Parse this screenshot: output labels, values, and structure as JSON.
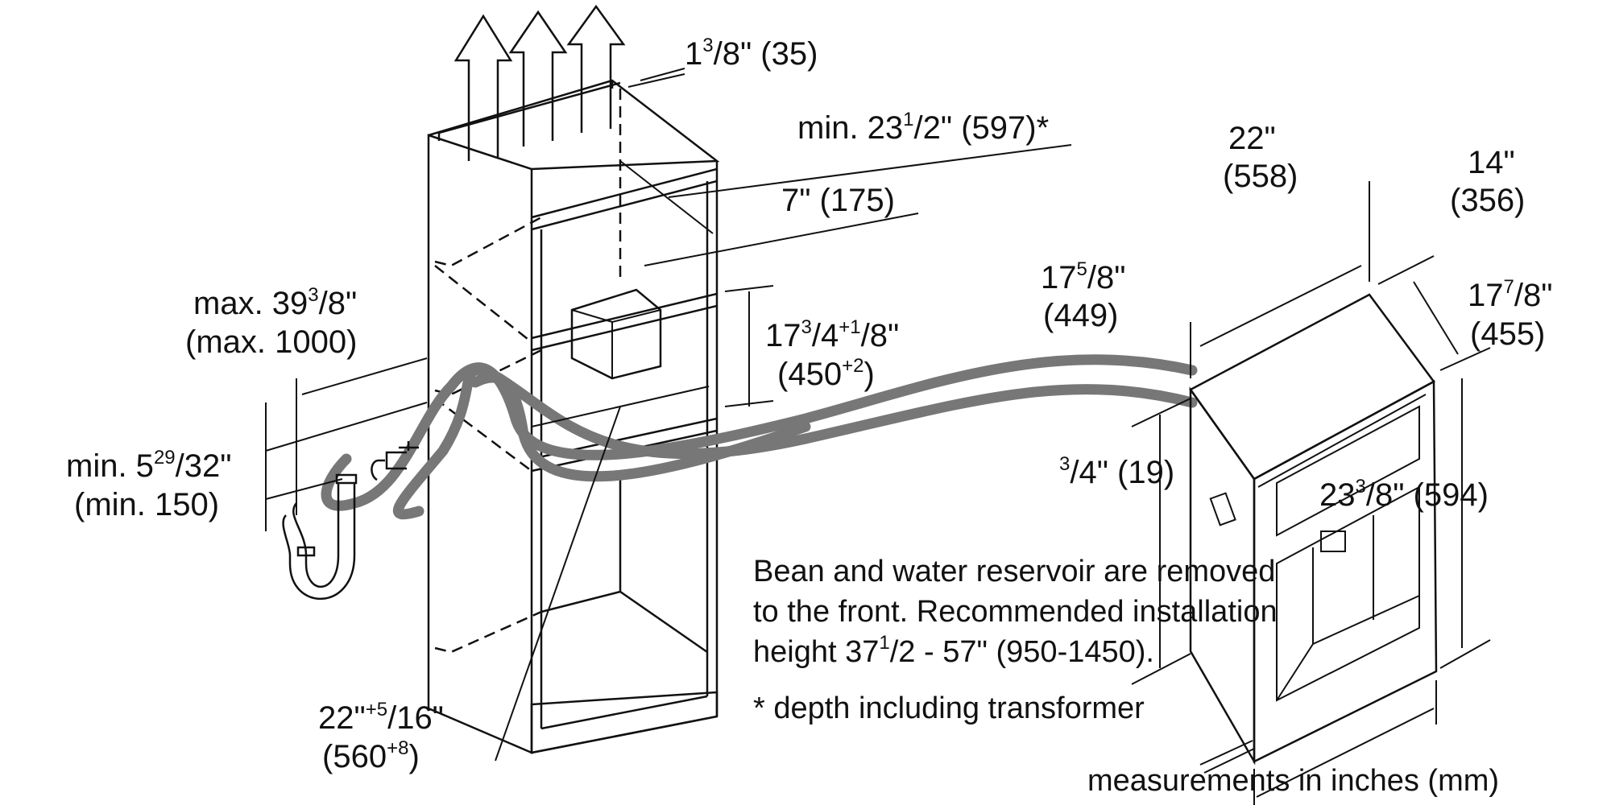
{
  "labels": {
    "ventilation_gap": {
      "a": "1",
      "sup": "3",
      "b": "/8\" (35)"
    },
    "min_depth": {
      "a": "min. 23",
      "sup": "1",
      "b": "/2\" (597)*"
    },
    "transformer_gap": {
      "a": "7\" (175)"
    },
    "max_hose": {
      "a": "max. 39",
      "sup": "3",
      "b": "/8\"",
      "line2": "(max. 1000)"
    },
    "niche_height": {
      "a": "17",
      "sup": "3",
      "b": "/4",
      "sup2": "+1",
      "c": "/8\"",
      "line2a": "(450",
      "line2sup": "+2",
      "line2b": ")"
    },
    "min_height": {
      "a": "min. 5",
      "sup": "29",
      "b": "/32\"",
      "line2": "(min. 150)"
    },
    "niche_width": {
      "a": "22\"",
      "sup": "+5",
      "b": "/16\"",
      "line2a": "(560",
      "line2sup": "+8",
      "line2b": ")"
    },
    "machine_width": {
      "a": "22\"",
      "line2": "(558)"
    },
    "machine_depth": {
      "a": "14\"",
      "line2": "(356)"
    },
    "body_height": {
      "a": "17",
      "sup": "5",
      "b": "/8\"",
      "line2": "(449)"
    },
    "front_height": {
      "a": "17",
      "sup": "7",
      "b": "/8\"",
      "line2": "(455)"
    },
    "front_thickness": {
      "sup": "3",
      "b": "/4\" (19)"
    },
    "front_width": {
      "a": "23",
      "sup": "3",
      "b": "/8\" (594)"
    }
  },
  "notes": {
    "line1": "Bean and water reservoir are removed",
    "line2": "to the front. Recommended installation",
    "line3a": "height 37",
    "line3sup": "1",
    "line3b": "/2 - 57\" (950-1450).",
    "footnote": "* depth including transformer",
    "units": "measurements in inches (mm)"
  },
  "colors": {
    "line": "#111111",
    "hose": "#777777"
  }
}
